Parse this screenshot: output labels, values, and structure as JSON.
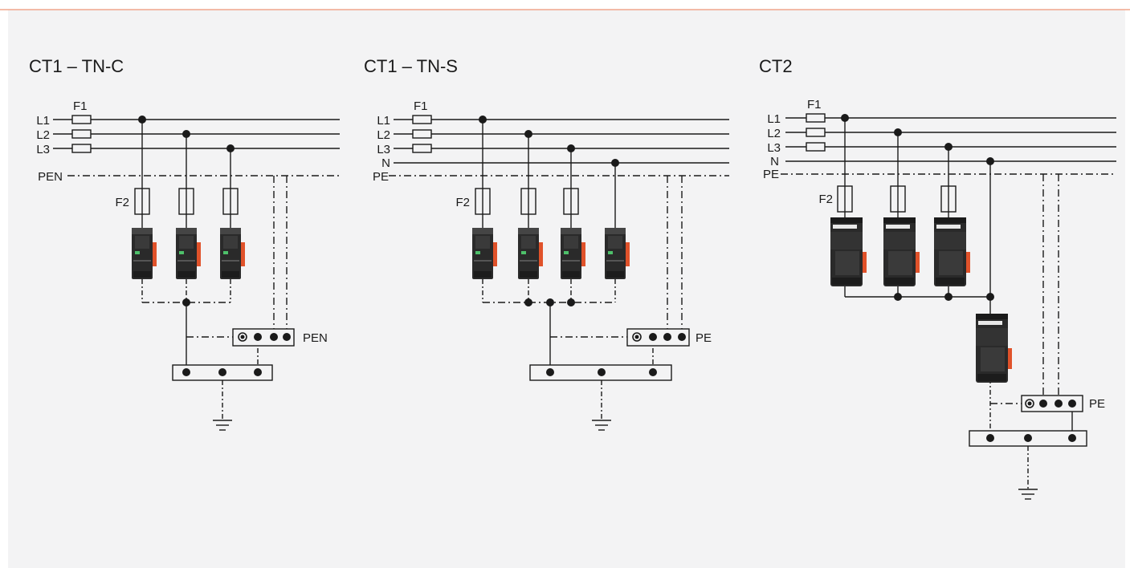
{
  "diagrams": [
    {
      "title": "CT1 – TN-C",
      "lines": [
        "L1",
        "L2",
        "L3",
        "PEN"
      ],
      "fuse1": "F1",
      "fuse2": "F2",
      "bar_label": "PEN"
    },
    {
      "title": "CT1 – TN-S",
      "lines": [
        "L1",
        "L2",
        "L3",
        "N",
        "PE"
      ],
      "fuse1": "F1",
      "fuse2": "F2",
      "bar_label": "PE"
    },
    {
      "title": "CT2",
      "lines": [
        "L1",
        "L2",
        "L3",
        "N",
        "PE"
      ],
      "fuse1": "F1",
      "fuse2": "F2",
      "bar_label": "PE"
    }
  ],
  "colors": {
    "panel_bg": "#f3f3f4",
    "top_rule": "#f0a68c",
    "line": "#1a1a1a",
    "device_body": "#2a2a2a",
    "device_accent": "#e0522a"
  }
}
